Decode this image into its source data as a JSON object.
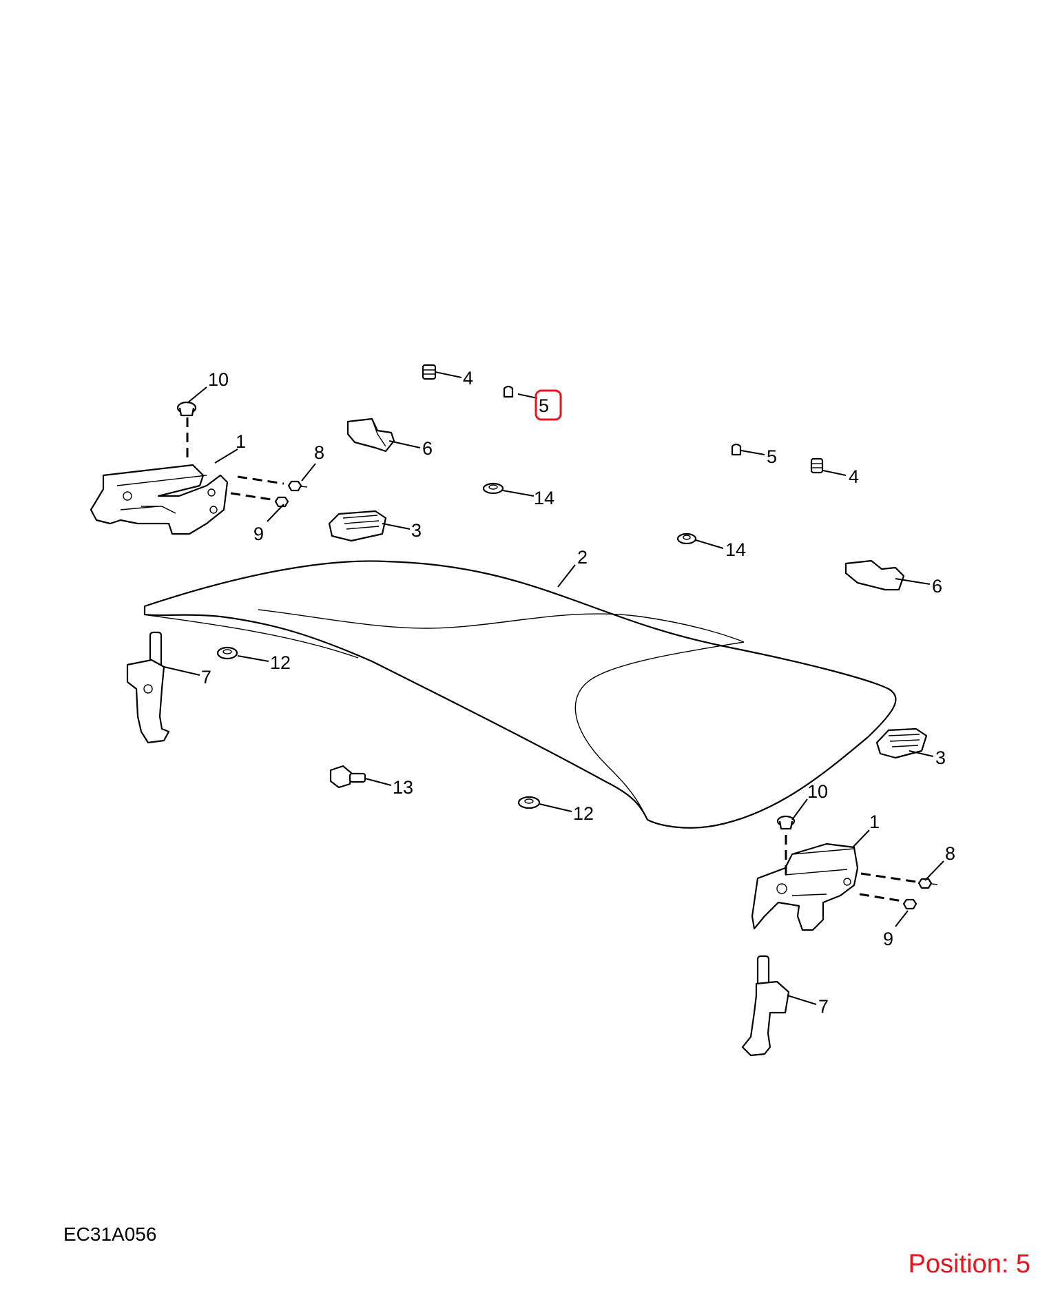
{
  "drawing_code": "EC31A056",
  "position_label": "Position: 5",
  "highlight_color": "#e8141e",
  "selected_position": "5",
  "callouts": [
    {
      "id": "c10a",
      "label": "10"
    },
    {
      "id": "c1a",
      "label": "1"
    },
    {
      "id": "c8a",
      "label": "8"
    },
    {
      "id": "c9a",
      "label": "9"
    },
    {
      "id": "c4a",
      "label": "4"
    },
    {
      "id": "c5a",
      "label": "5"
    },
    {
      "id": "c6a",
      "label": "6"
    },
    {
      "id": "c14a",
      "label": "14"
    },
    {
      "id": "c3a",
      "label": "3"
    },
    {
      "id": "c5b",
      "label": "5"
    },
    {
      "id": "c4b",
      "label": "4"
    },
    {
      "id": "c14b",
      "label": "14"
    },
    {
      "id": "c2",
      "label": "2"
    },
    {
      "id": "c6b",
      "label": "6"
    },
    {
      "id": "c7a",
      "label": "7"
    },
    {
      "id": "c12a",
      "label": "12"
    },
    {
      "id": "c3b",
      "label": "3"
    },
    {
      "id": "c13",
      "label": "13"
    },
    {
      "id": "c12b",
      "label": "12"
    },
    {
      "id": "c10b",
      "label": "10"
    },
    {
      "id": "c1b",
      "label": "1"
    },
    {
      "id": "c8b",
      "label": "8"
    },
    {
      "id": "c9b",
      "label": "9"
    },
    {
      "id": "c7b",
      "label": "7"
    }
  ],
  "icons": {
    "trunk_lid": "trunk-lid-panel",
    "hinge": "hinge-bracket",
    "strut": "gas-strut",
    "clip": "retaining-clip",
    "bump_stop": "bump-stop",
    "bracket": "guide-bracket",
    "grommet": "grommet",
    "vent": "vent-grille",
    "bolt": "bolt",
    "nut": "nut",
    "screw": "screw"
  }
}
